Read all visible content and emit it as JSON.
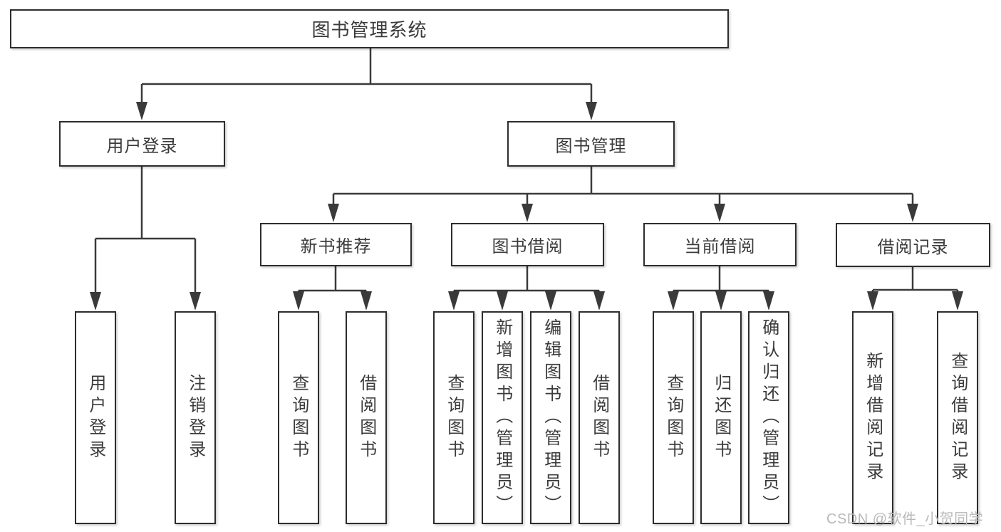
{
  "title": "图书管理系统",
  "level2": {
    "user_login": "用户登录",
    "book_mgmt": "图书管理"
  },
  "level3": {
    "new_book_rec": "新书推荐",
    "book_borrow": "图书借阅",
    "current_borrow": "当前借阅",
    "borrow_record": "借阅记录"
  },
  "leaves": {
    "user_login": "用户登录",
    "logout": "注销登录",
    "rec_query": "查询图书",
    "rec_borrow": "借阅图书",
    "bb_query": "查询图书",
    "bb_add": "新增图书（管理员）",
    "bb_edit": "编辑图书（管理员）",
    "bb_borrow": "借阅图书",
    "cb_query": "查询图书",
    "cb_return": "归还图书",
    "cb_confirm": "确认归还（管理员）",
    "br_add": "新增借阅记录",
    "br_query": "查询借阅记录"
  },
  "watermark": "CSDN @软件_小贺同学",
  "colors": {
    "line": "#3a3a3a",
    "box_border": "#2d2d2d",
    "text": "#3b3b3b",
    "watermark_text": "#b9b9b9"
  }
}
